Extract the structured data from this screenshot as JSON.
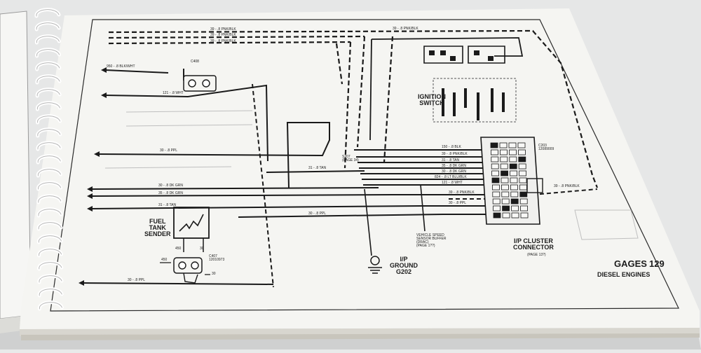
{
  "page": {
    "title": "GAGES",
    "page_number": "129",
    "subtitle": "DIESEL ENGINES"
  },
  "components": {
    "fuel_tank_sender": "FUEL\nTANK\nSENDER",
    "ignition_switch": "IGNITION\nSWITCH",
    "ip_cluster_connector": "I/P CLUSTER\nCONNECTOR",
    "ip_cluster_page": "(PAGE 13?)",
    "ip_ground": "I/P\nGROUND\nG202",
    "vss_buffer": "VEHICLE SPEED\nSENSOR BUFFER\n(DRAC)\n(PAGE 1??)",
    "splice": "S207\n(PAGE 34)",
    "c407": "C407\n12010973",
    "c408": "C408",
    "c203": "C203\n12089009"
  },
  "wires": {
    "top_1": "39 - .8 PNK/BLK",
    "top_2": "39 - .8 PNK/BLK",
    "top_3": "39 - .8 PNK/BLK",
    "top_right": "39 - .8 PNK/BLK",
    "upper_left": "950 - .8 BLK/WHT",
    "wht": "121 - .8 WHT",
    "ppl_1": "30 - .8 PPL",
    "tan_mid": "31 - .8 TAN",
    "dkgrn_1": "30 - .8 DK GRN",
    "dkgrn_2": "35 - .8 DK GRN",
    "tan_2": "31 - .8 TAN",
    "ppl_2": "30 - .8 PPL",
    "ppl_3": "30 - .8 PPL",
    "blk_1": "150 - .8 BLK",
    "pnkblk_1": "39 - .8 PNK/BLK",
    "tan_3": "31 - .8 TAN",
    "dkgrn_3": "35 - .8 DK GRN",
    "dkgrn_4": "30 - .8 DK GRN",
    "ltblu": "824 - .8 LT BLU/BLK",
    "wht_2": "121 - .8 WHT",
    "pnkblk_2": "39 - .8 PNK/BLK",
    "pnkblk_3": "39 - .8 PNK/BLK",
    "ppl_4": "30 - .8 PPL"
  },
  "pins": {
    "p450": "450",
    "p30": "30",
    "c_450": "450",
    "c_30": "30"
  }
}
